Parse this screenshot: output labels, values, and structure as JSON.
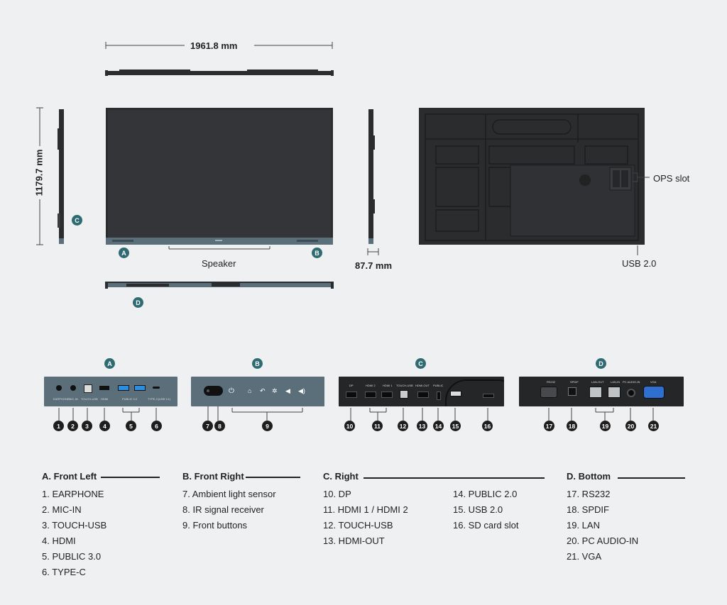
{
  "dimensions": {
    "width": "1961.8 mm",
    "height": "1179.7 mm",
    "depth": "87.7 mm"
  },
  "views": {
    "speaker": "Speaker",
    "ops": "OPS slot",
    "usb": "USB 2.0",
    "callouts": [
      "A",
      "B",
      "C",
      "D"
    ]
  },
  "panels": {
    "A": {
      "badge": "A",
      "labels": [
        "EARPHONE",
        "MIC-IN",
        "TOUCH-USB",
        "HDMI",
        "PUBLIC 3.0",
        "TYPE-C(USB 3.1)"
      ],
      "numbers": [
        "1",
        "2",
        "3",
        "4",
        "5",
        "6"
      ]
    },
    "B": {
      "badge": "B",
      "numbers": [
        "7",
        "8",
        "9"
      ]
    },
    "C": {
      "badge": "C",
      "labels": [
        "DP",
        "HDMI 2",
        "HDMI 1",
        "TOUCH-USB",
        "HDMI-OUT",
        "PUBLIC"
      ],
      "numbers": [
        "10",
        "11",
        "12",
        "13",
        "14",
        "15",
        "16"
      ]
    },
    "D": {
      "badge": "D",
      "labels": [
        "RS232",
        "SPDIF",
        "LAN-OUT",
        "LAN-IN",
        "PC AUDIO-IN",
        "VGA"
      ],
      "numbers": [
        "17",
        "18",
        "19",
        "20",
        "21"
      ]
    }
  },
  "legend": {
    "A": {
      "title": "A. Front Left",
      "items": [
        "1. EARPHONE",
        "2. MIC-IN",
        "3. TOUCH-USB",
        "4. HDMI",
        "5. PUBLIC 3.0",
        "6. TYPE-C"
      ]
    },
    "B": {
      "title": "B. Front Right",
      "items": [
        "7. Ambient light sensor",
        "8. IR signal receiver",
        "9. Front buttons"
      ]
    },
    "C": {
      "title": "C. Right",
      "col1": [
        "10. DP",
        "11. HDMI 1 / HDMI 2",
        "12. TOUCH-USB",
        "13. HDMI-OUT"
      ],
      "col2": [
        "14. PUBLIC 2.0",
        "15. USB 2.0",
        "16. SD card slot"
      ]
    },
    "D": {
      "title": "D. Bottom",
      "items": [
        "17. RS232",
        "18. SPDIF",
        "19. LAN",
        "20. PC AUDIO-IN",
        "21. VGA"
      ]
    }
  },
  "colors": {
    "accent": "#2f6b72",
    "slate": "#5a6f7a",
    "dark": "#252628",
    "background": "#eef0f2"
  }
}
